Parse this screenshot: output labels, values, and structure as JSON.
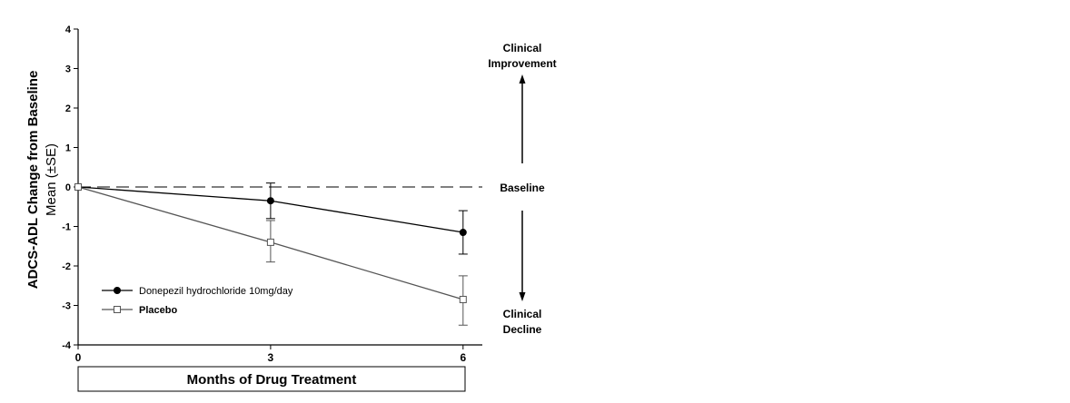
{
  "chart_data": {
    "type": "line",
    "title": "",
    "xlabel": "Months of Drug Treatment",
    "ylabel": "ADCS-ADL Change from Baseline",
    "ylabel_sub": "Mean (±SE)",
    "xlim": [
      0,
      6.3
    ],
    "ylim": [
      -4,
      4
    ],
    "x_ticks": [
      0,
      3,
      6
    ],
    "y_ticks": [
      4,
      3,
      2,
      1,
      0,
      -1,
      -2,
      -3,
      -4
    ],
    "grid": false,
    "baseline_value": 0,
    "baseline_label": "Baseline",
    "annotations": {
      "improvement": [
        "Clinical",
        "Improvement"
      ],
      "decline": [
        "Clinical",
        "Decline"
      ]
    },
    "legend_position": "bottom-left",
    "x": [
      0,
      3,
      6
    ],
    "series": [
      {
        "name": "Donepezil hydrochloride 10mg/day",
        "marker": "filled-circle",
        "color": "#000000",
        "values": [
          0,
          -0.35,
          -1.15
        ],
        "error_low": [
          0,
          -0.8,
          -1.7
        ],
        "error_high": [
          0,
          0.1,
          -0.6
        ]
      },
      {
        "name": "Placebo",
        "marker": "open-square",
        "color": "#555555",
        "values": [
          0,
          -1.4,
          -2.85
        ],
        "error_low": [
          0,
          -1.9,
          -3.5
        ],
        "error_high": [
          0,
          -0.85,
          -2.25
        ]
      }
    ]
  }
}
